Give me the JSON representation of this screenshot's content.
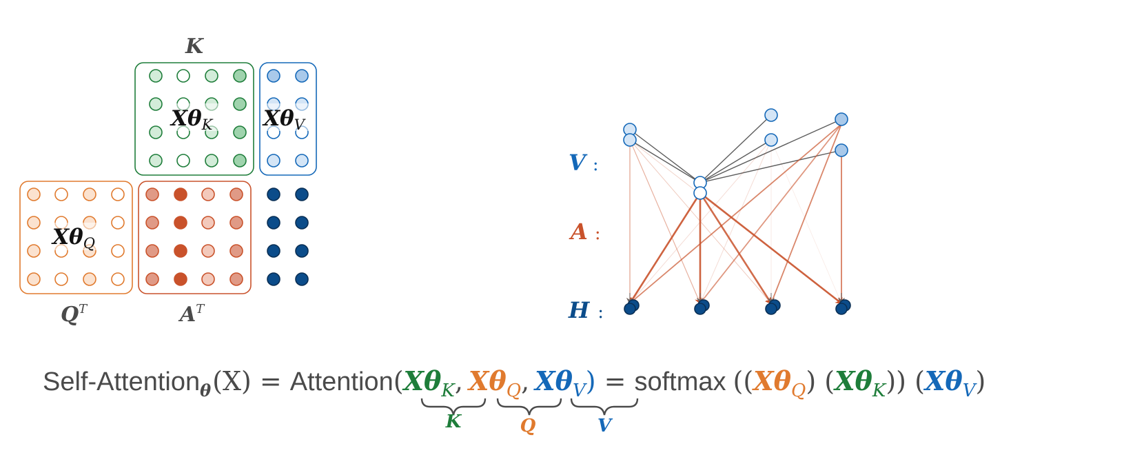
{
  "colors": {
    "green_dark": "#1e7d3a",
    "green_fill": "#9fd3ad",
    "green_light": "#d3ecd9",
    "blue_dark": "#1468b8",
    "blue_fill": "#a9c9ea",
    "blue_light": "#d4e5f6",
    "navy": "#0b4c8a",
    "orange": "#e07a2e",
    "orange_light": "#fbe2cf",
    "red": "#c9522b",
    "red_mid": "#e09a86",
    "red_light": "#f3c9bb",
    "gray": "#4a4a4a",
    "edge": "#c9522b"
  },
  "matrix_labels": {
    "k_top": "K",
    "xtheta_k": "Xθ",
    "xtheta_k_sub": "K",
    "xtheta_v": "Xθ",
    "xtheta_v_sub": "V",
    "xtheta_q": "Xθ",
    "xtheta_q_sub": "Q",
    "q_transpose": "Q",
    "q_transpose_sup": "T",
    "a_transpose": "A",
    "a_transpose_sup": "T"
  },
  "graph_labels": {
    "v_label": "V",
    "a_label": "A",
    "h_label": "H",
    "colon": ":"
  },
  "equation": {
    "lhs_text": "Self-Attention",
    "lhs_sub": "θ",
    "lhs_arg": "(X)",
    "equals1": "=",
    "attention": "Attention",
    "open_paren": "(",
    "term_k": "Xθ",
    "term_k_sub": "K",
    "comma1": ",",
    "term_q": "Xθ",
    "term_q_sub": "Q",
    "comma2": ",",
    "term_v": "Xθ",
    "term_v_sub": "V",
    "close_paren": ")",
    "equals2": "=",
    "softmax": "softmax",
    "brace_k_label": "K",
    "brace_q_label": "Q",
    "brace_v_label": "V",
    "rhs_open": "((",
    "rhs_q": "Xθ",
    "rhs_q_sub": "Q",
    "rhs_mid": ") (",
    "rhs_k": "Xθ",
    "rhs_k_sub": "K",
    "rhs_close": ")) (",
    "rhs_v": "Xθ",
    "rhs_v_sub": "V",
    "rhs_end": ")"
  }
}
